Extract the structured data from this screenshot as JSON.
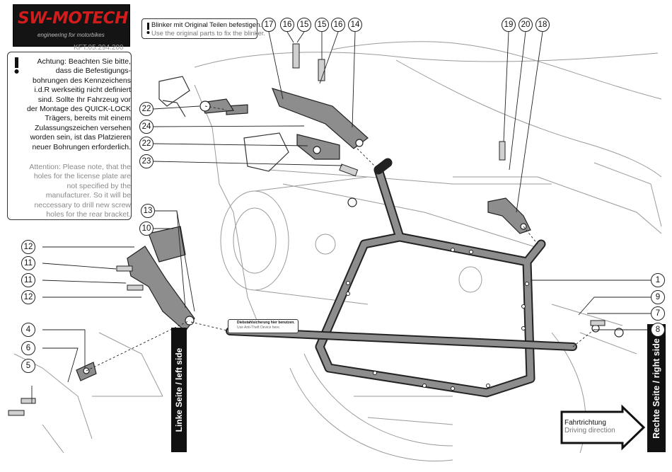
{
  "brand": {
    "name": "SW-MOTECH",
    "tagline": "engineering for motorbikes",
    "kit_code": "KFT.05.294.200",
    "brand_color": "#d21b1b"
  },
  "notes": {
    "original_parts_de": "Blinker mit Original Teilen befestigen.",
    "original_parts_en": "Use the original parts to fix the blinker.",
    "warning_de": "Achtung: Beachten Sie bitte,\ndass die Befestigungs-\nbohrungen des Kennzeichens\ni.d.R werkseitig nicht definiert\nsind. Sollte Ihr Fahrzeug vor\nder Montage des QUICK-LOCK\nTrägers, bereits mit einem\nZulassungszeichen versehen\nworden sein, ist das Platzieren\nneuer Bohrungen erforderlich.",
    "warning_en": "Attention: Please note, that the\nholes for the license plate are\nnot specified by the\nmanufacturer. So it will be\nneccessary to drill new screw\nholes for the rear bracket.",
    "anti_theft_de": "Diebstahlsicherung hier benutzen.",
    "anti_theft_en": "Use Anti-Theft Device here.",
    "icon": "warning-exclamation-icon"
  },
  "sides": {
    "left": "Linke Seite / left side",
    "right": "Rechte Seite / right side"
  },
  "direction": {
    "de": "Fahrtrichtung",
    "en": "Driving direction",
    "icon": "right-arrow-icon"
  },
  "part_numbers": [
    "17",
    "16",
    "15",
    "15",
    "16",
    "14",
    "19",
    "20",
    "18",
    "22",
    "24",
    "22",
    "23",
    "13",
    "10",
    "12",
    "11",
    "11",
    "12",
    "4",
    "6",
    "5",
    "1",
    "9",
    "7",
    "8"
  ]
}
